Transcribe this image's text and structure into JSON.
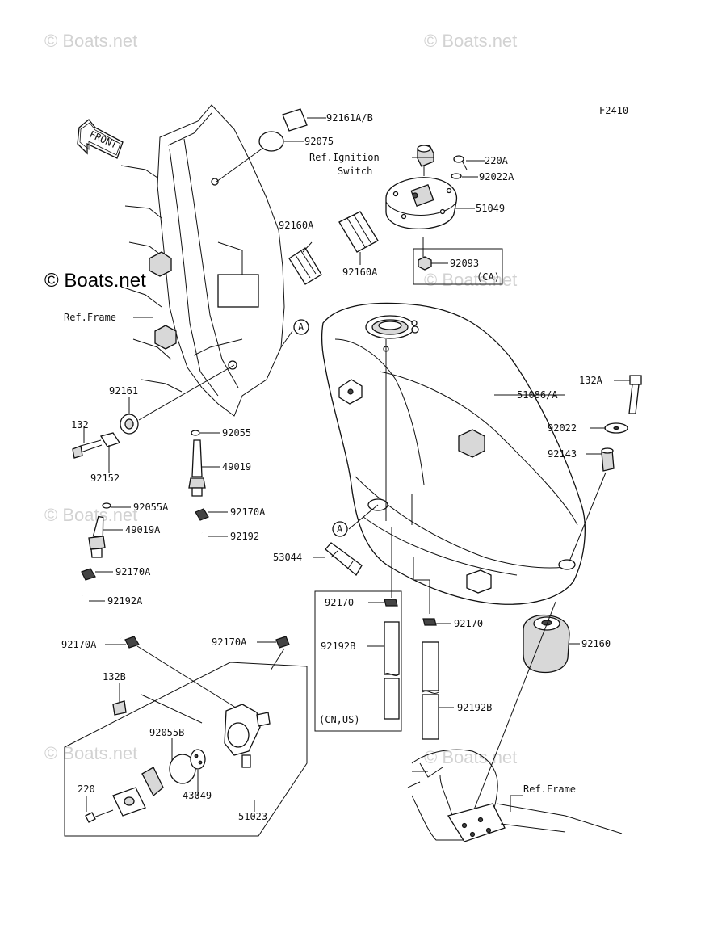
{
  "diagram_code": "F2410",
  "front_label": "FRONT",
  "watermarks": {
    "small": "© Boats.net",
    "big": "© Boats.net"
  },
  "callout_a": "A",
  "labels": {
    "p92161AB": "92161A/B",
    "p92075": "92075",
    "ref_ignition_1": "Ref.Ignition",
    "ref_ignition_2": "Switch",
    "p220A": "220A",
    "p92022A": "92022A",
    "p51049": "51049",
    "p92160A_1": "92160A",
    "p92160A_2": "92160A",
    "p92093": "92093",
    "ca": "(CA)",
    "ref_frame_1": "Ref.Frame",
    "p92161": "92161",
    "p132": "132",
    "p92152": "92152",
    "p92055": "92055",
    "p49019": "49019",
    "p92055A": "92055A",
    "p49019A": "49019A",
    "p92170A_1": "92170A",
    "p92192": "92192",
    "p92170A_2": "92170A",
    "p92192A": "92192A",
    "p92170A_3": "92170A",
    "p92170A_4": "92170A",
    "p51086A": "51086/A",
    "p132A": "132A",
    "p92022": "92022",
    "p92143": "92143",
    "p53044": "53044",
    "p92170_1": "92170",
    "p92192B_1": "92192B",
    "cnus": "(CN,US)",
    "p92170_2": "92170",
    "p92192B_2": "92192B",
    "p92160": "92160",
    "p132B": "132B",
    "p92055B": "92055B",
    "p220": "220",
    "p43049": "43049",
    "p51023": "51023",
    "ref_frame_2": "Ref.Frame"
  }
}
